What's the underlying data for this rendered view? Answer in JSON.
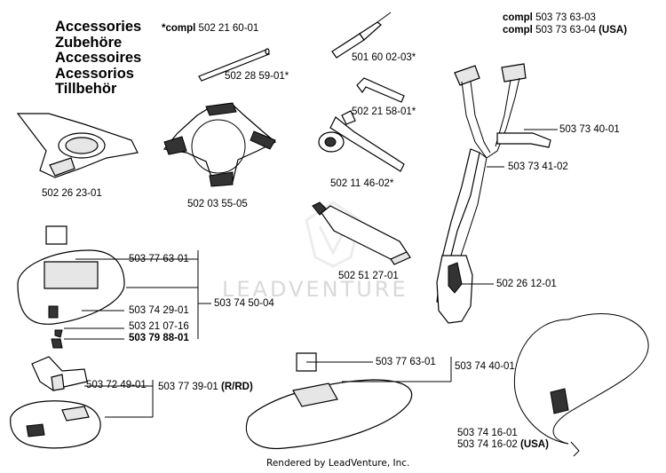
{
  "titles": [
    "Accessories",
    "Zubehöre",
    "Accessoires",
    "Acessorios",
    "Tillbehör"
  ],
  "compl_top": {
    "prefix": "*compl",
    "number": "502 21 60-01"
  },
  "compl_right": [
    {
      "prefix": "compl",
      "number": "503 73 63-03",
      "suffix": ""
    },
    {
      "prefix": "compl",
      "number": "503 73 63-04",
      "suffix": "(USA)"
    }
  ],
  "labels": {
    "rod": "502 28 59-01*",
    "file": "501 60 02-03*",
    "hexkey": "502 21 58-01*",
    "wrench": "502 11 46-02*",
    "tube": "502 51 27-01",
    "guard_small": "502 26 23-01",
    "harness_plate": "502 03 55-05",
    "strap_upper": "503 73 40-01",
    "strap_mid": "503 73 41-02",
    "hip_pad": "502 26 12-01",
    "guard_plate_a": "503 77 63-01",
    "guard_screw": "503 74 29-01",
    "guard_nut": "503 21 07-16",
    "guard_bolt": "503 79 88-01",
    "guard_compl": "503 74 50-04",
    "bracket": "503 72 49-01",
    "guard_rrd": "503 77 39-01",
    "guard_rrd_suffix": "(R/RD)",
    "guard_plate_b": "503 77 63-01",
    "guard_compl_b": "503 74 40-01",
    "strap_single_1": "503 74 16-01",
    "strap_single_2": "503 74 16-02",
    "strap_single_2_suffix": "(USA)"
  },
  "watermark": "LEADVENTURE",
  "footer": "Rendered by LeadVenture, Inc."
}
